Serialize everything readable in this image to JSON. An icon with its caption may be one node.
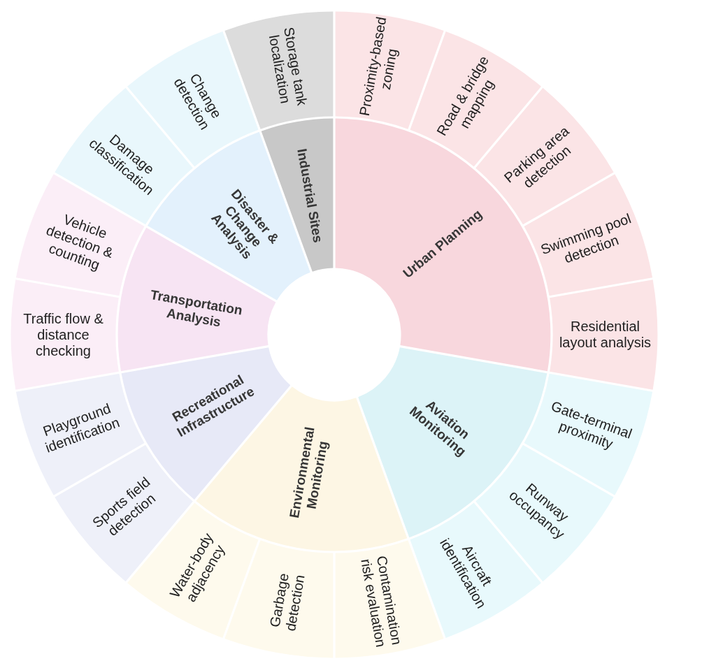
{
  "diagram": {
    "nodes": [
      {
        "text": [
          "Urban Planning"
        ]
      },
      {
        "text": [
          "Proximity-based zoning"
        ]
      },
      {
        "text": [
          "Road & bridge mapping"
        ]
      },
      {
        "text": [
          "Parking area detection"
        ]
      },
      {
        "text": [
          "Swimming pool detection"
        ]
      },
      {
        "text": [
          "Residential layout analysis"
        ]
      },
      {
        "text": [
          "Aviation Monitoring"
        ]
      },
      {
        "text": [
          "Gate-terminal proximity"
        ]
      },
      {
        "text": [
          "Runway occupancy"
        ]
      },
      {
        "text": [
          "Aircraft identification"
        ]
      },
      {
        "text": [
          "Environmental Monitoring"
        ]
      },
      {
        "text": [
          "Contamination risk evaluation"
        ]
      },
      {
        "text": [
          "Garbage detection"
        ]
      },
      {
        "text": [
          "Water-body adjacency"
        ]
      },
      {
        "text": [
          "Recreational Infrastructure"
        ]
      },
      {
        "text": [
          "Sports field detection"
        ]
      },
      {
        "text": [
          "Playground identification"
        ]
      },
      {
        "text": [
          "Transportation Analysis"
        ]
      },
      {
        "text": [
          "Traffic flow & distance checking"
        ]
      },
      {
        "text": [
          "Vehicle detection & counting"
        ]
      },
      {
        "text": [
          "Disaster & Change Analysis"
        ]
      },
      {
        "text": [
          "Damage classification"
        ]
      },
      {
        "text": [
          "Change detection"
        ]
      },
      {
        "text": [
          "Industrial Sites"
        ]
      },
      {
        "text": [
          "Storage tank localization"
        ]
      }
    ]
  }
}
